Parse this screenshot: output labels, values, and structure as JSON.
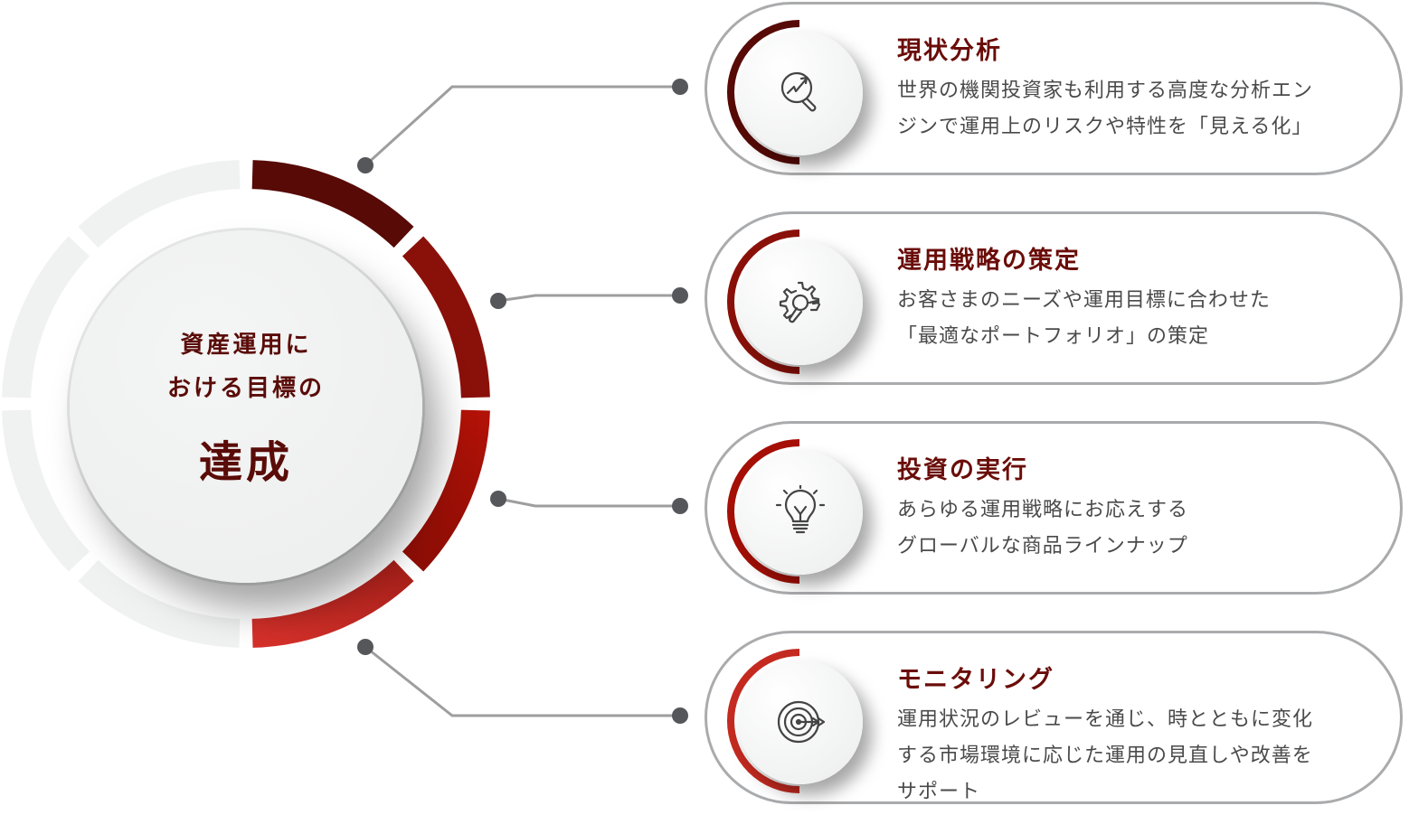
{
  "center": {
    "line1": "資産運用に",
    "line2": "おける目標の",
    "big": "達成"
  },
  "colors": {
    "seg1": "#570a06",
    "seg2": "#8a110a",
    "seg3": "#a50f06",
    "seg4": "#c42a20",
    "ring_bg": "#f0f1f1",
    "title": "#6a0d09"
  },
  "cards": [
    {
      "title": "現状分析",
      "lines": [
        "世界の機関投資家も利用する高度な分析エン",
        "ジンで運用上のリスクや特性を「見える化」"
      ],
      "icon": "chart-magnifier-icon"
    },
    {
      "title": "運用戦略の策定",
      "lines": [
        "お客さまのニーズや運用目標に合わせた",
        "「最適なポートフォリオ」の策定"
      ],
      "icon": "gear-wrench-icon"
    },
    {
      "title": "投資の実行",
      "lines": [
        "あらゆる運用戦略にお応えする",
        "グローバルな商品ラインナップ"
      ],
      "icon": "lightbulb-icon"
    },
    {
      "title": "モニタリング",
      "lines": [
        "運用状況のレビューを通じ、時とともに変化",
        "する市場環境に応じた運用の見直しや改善を",
        "サポート"
      ],
      "icon": "target-icon"
    }
  ]
}
